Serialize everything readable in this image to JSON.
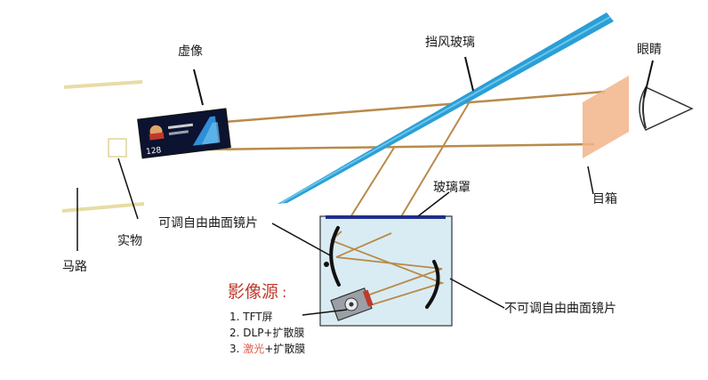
{
  "labels": {
    "virtual_image": "虚像",
    "windshield": "挡风玻璃",
    "eye": "眼睛",
    "real_object": "实物",
    "road": "马路",
    "glass_cover": "玻璃罩",
    "eyebox": "目箱",
    "adjustable_mirror": "可调自由曲面镜片",
    "fixed_mirror": "不可调自由曲面镜片"
  },
  "image_sources": {
    "title": "影像源",
    "colon": ":",
    "items": [
      {
        "prefix": "1. ",
        "highlight": "",
        "rest": "TFT屏"
      },
      {
        "prefix": "2. ",
        "highlight": "",
        "rest": "DLP+扩散膜"
      },
      {
        "prefix": "3. ",
        "highlight": "激光",
        "rest": "+扩散膜"
      }
    ]
  },
  "virtual_image_content": {
    "speed": "128"
  },
  "colors": {
    "windshield": "#2a9fd6",
    "light_path": "#b98a4a",
    "eyebox": "#f2b48a",
    "glass_cover": "#1f2f8a",
    "housing_fill": "#d9ecf3",
    "road": "#e8dca5",
    "title_red": "#c0392b",
    "laser_red": "#e05a4a"
  }
}
